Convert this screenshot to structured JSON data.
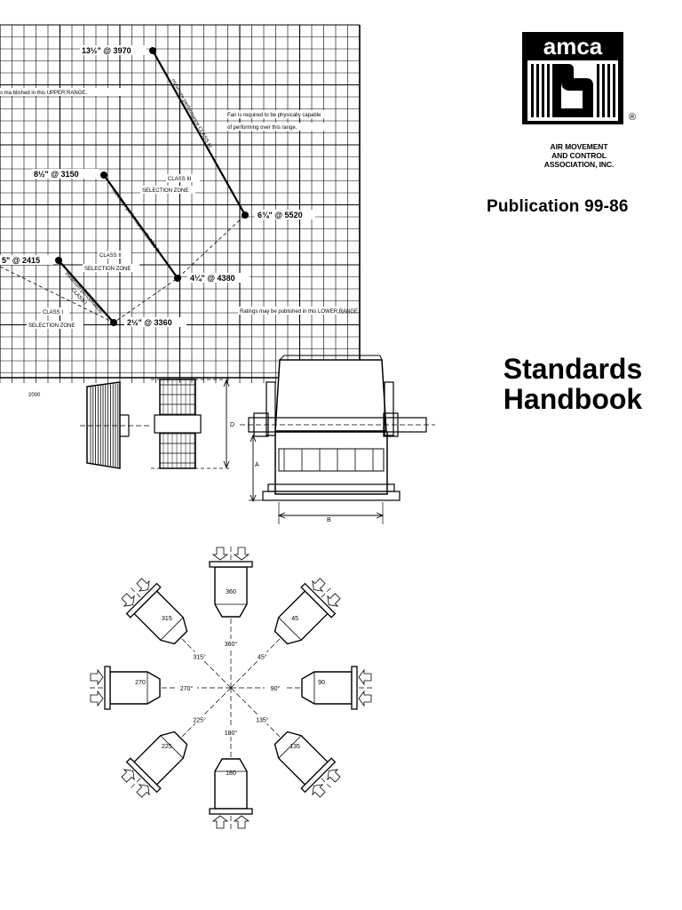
{
  "header": {
    "logo_text": "amca",
    "registered_mark": "®",
    "org_lines": [
      "AIR MOVEMENT",
      "AND CONTROL",
      "ASSOCIATION, INC."
    ],
    "publication": "Publication 99-86"
  },
  "title": {
    "line1": "Standards",
    "line2": "Handbook"
  },
  "performance_chart": {
    "points": {
      "p1": "13½\" @ 3970",
      "p2": "8½\" @ 3150",
      "p3": "6¾\" @ 5520",
      "p4": "5\" @ 2415",
      "p5": "4¼\" @ 4380",
      "p6": "2½\" @ 3360"
    },
    "upper_range_text": "s ma      blished in this UPPER RANGE.",
    "capable_line1": "Fan is required to be physically capable",
    "capable_line2": "of performing over this range.",
    "class3_line1": "CLASS III",
    "class3_line2": "SELECTION ZONE",
    "class2_line1": "CLASS II",
    "class2_line2": "SELECTION ZONE",
    "class1_line1": "CLASS I",
    "class1_line2": "SELECTION ZONE",
    "lower_range_text": "Ratings may be published in this LOWER RANGE.",
    "min_perf_3": "minimum performance CLASS III",
    "min_perf_2": "minimum performance CLASS II",
    "min_perf_1a": "minimum performance",
    "min_perf_1b": "CLASS I",
    "x_tick": "2000"
  },
  "fan_diagram": {
    "dim_d": "D",
    "dim_a": "A",
    "dim_b": "B"
  },
  "rotation_diagram": {
    "angles": [
      "360°",
      "45°",
      "90°",
      "135°",
      "180°",
      "225°",
      "270°",
      "315°"
    ],
    "boxes": [
      "360",
      "45",
      "90",
      "135",
      "180",
      "225",
      "270",
      "315"
    ]
  }
}
